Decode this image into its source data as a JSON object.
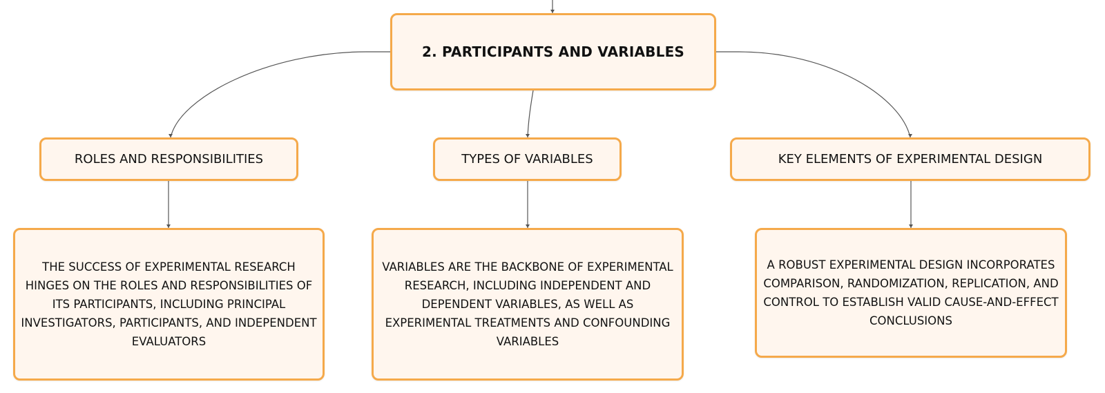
{
  "root": {
    "label": "2. PARTICIPANTS AND VARIABLES"
  },
  "branches": [
    {
      "label": "ROLES AND RESPONSIBILITIES",
      "detail": "THE SUCCESS OF EXPERIMENTAL RESEARCH HINGES ON THE ROLES AND RESPONSIBILITIES OF ITS PARTICIPANTS, INCLUDING PRINCIPAL INVESTIGATORS, PARTICIPANTS, AND INDEPENDENT EVALUATORS"
    },
    {
      "label": "TYPES OF VARIABLES",
      "detail": "VARIABLES ARE THE BACKBONE OF EXPERIMENTAL RESEARCH, INCLUDING INDEPENDENT AND DEPENDENT VARIABLES, AS WELL AS EXPERIMENTAL TREATMENTS AND CONFOUNDING VARIABLES"
    },
    {
      "label": "KEY ELEMENTS OF EXPERIMENTAL DESIGN",
      "detail": "A ROBUST EXPERIMENTAL DESIGN INCORPORATES COMPARISON, RANDOMIZATION, REPLICATION, AND CONTROL TO ESTABLISH VALID CAUSE-AND-EFFECT CONCLUSIONS"
    }
  ],
  "colors": {
    "node_fill": "#fff6ee",
    "node_border": "#f5a94a",
    "connector": "#555555"
  }
}
